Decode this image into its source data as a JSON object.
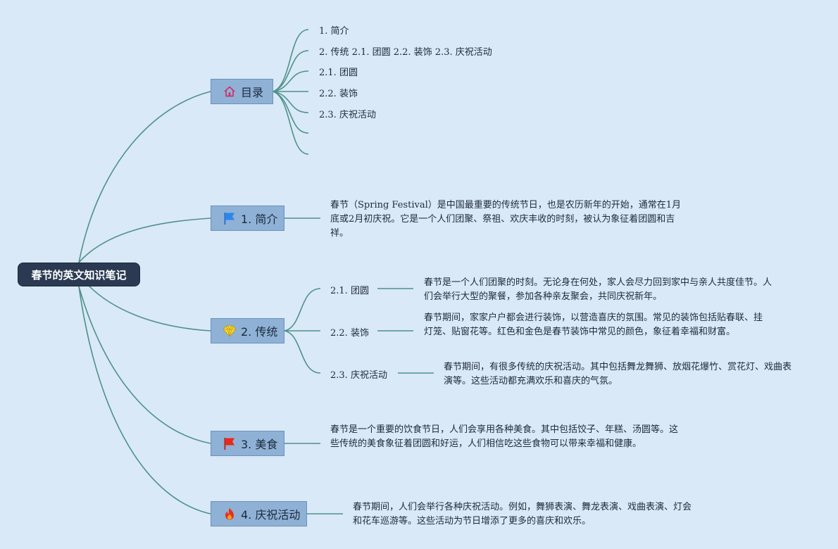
{
  "root": {
    "label": "春节的英文知识笔记"
  },
  "colors": {
    "background": "#d9e9f8",
    "root_fill": "#2b3a52",
    "branch_fill": "#8fb1d6",
    "link": "#4f9188"
  },
  "branches": {
    "toc": {
      "label": "目录",
      "icon": "home-icon",
      "items": [
        "1. 简介",
        "2. 传统 2.1. 团圆 2.2. 装饰 2.3. 庆祝活动",
        "2.1. 团圆",
        "2.2. 装饰",
        "2.3. 庆祝活动",
        "",
        ""
      ]
    },
    "intro": {
      "label": "1. 简介",
      "icon": "blue-flag-icon",
      "text": "春节（Spring Festival）是中国最重要的传统节日，也是农历新年的开始，通常在1月底或2月初庆祝。它是一个人们团聚、祭祖、欢庆丰收的时刻，被认为象征着团圆和吉祥。"
    },
    "tradition": {
      "label": "2. 传统",
      "icon": "diamond-icon",
      "children": [
        {
          "label": "2.1. 团圆",
          "text": "春节是一个人们团聚的时刻。无论身在何处，家人会尽力回到家中与亲人共度佳节。人们会举行大型的聚餐，参加各种亲友聚会，共同庆祝新年。"
        },
        {
          "label": "2.2. 装饰",
          "text": "春节期间，家家户户都会进行装饰，以营造喜庆的氛围。常见的装饰包括贴春联、挂灯笼、贴窗花等。红色和金色是春节装饰中常见的颜色，象征着幸福和财富。"
        },
        {
          "label": "2.3. 庆祝活动",
          "text": "春节期间，有很多传统的庆祝活动。其中包括舞龙舞狮、放烟花爆竹、赏花灯、戏曲表演等。这些活动都充满欢乐和喜庆的气氛。"
        }
      ]
    },
    "food": {
      "label": "3. 美食",
      "icon": "red-flag-icon",
      "text": "春节是一个重要的饮食节日，人们会享用各种美食。其中包括饺子、年糕、汤圆等。这些传统的美食象征着团圆和好运，人们相信吃这些食物可以带来幸福和健康。"
    },
    "celebration": {
      "label": "4. 庆祝活动",
      "icon": "fire-icon",
      "text": "春节期间，人们会举行各种庆祝活动。例如，舞狮表演、舞龙表演、戏曲表演、灯会和花车巡游等。这些活动为节日增添了更多的喜庆和欢乐。"
    }
  }
}
